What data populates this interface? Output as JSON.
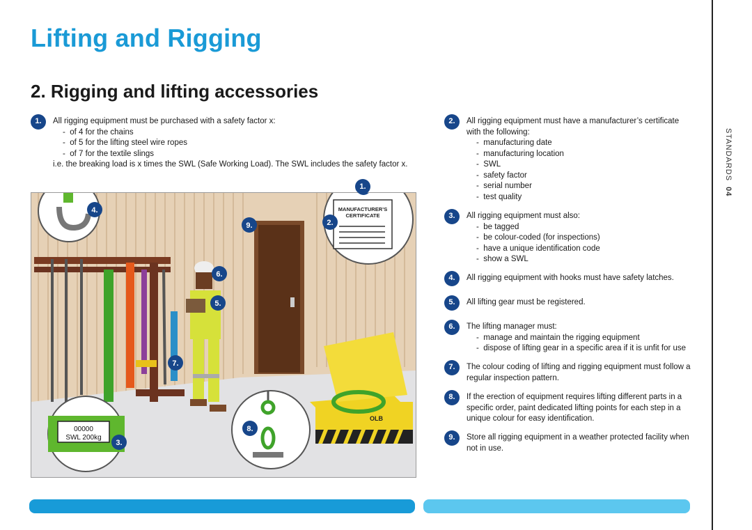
{
  "page_title": "Lifting and Rigging",
  "section_title": "2. Rigging and lifting accessories",
  "side_label": {
    "text": "STANDARDS",
    "page": "04"
  },
  "items": [
    {
      "num": "1.",
      "text": "All rigging equipment must be purchased with a safety factor x:",
      "bullets": [
        "of 4 for the chains",
        "of 5 for the lifting steel wire ropes",
        "of 7 for the textile slings"
      ],
      "after": "i.e. the breaking load is x times the SWL (Safe Working Load). The SWL includes the safety factor x."
    },
    {
      "num": "2.",
      "text": "All rigging equipment must have a manufacturer’s certificate with the following:",
      "bullets": [
        "manufacturing date",
        "manufacturing location",
        "SWL",
        "safety factor",
        "serial number",
        "test quality"
      ]
    },
    {
      "num": "3.",
      "text": "All rigging equipment must also:",
      "bullets": [
        "be tagged",
        "be colour-coded (for inspections)",
        "have a unique identification code",
        "show a SWL"
      ]
    },
    {
      "num": "4.",
      "text": "All rigging equipment with hooks must have safety latches."
    },
    {
      "num": "5.",
      "text": "All lifting gear must be registered."
    },
    {
      "num": "6.",
      "text": "The lifting manager must:",
      "bullets": [
        "manage and maintain the rigging equipment",
        "dispose of lifting gear in a specific area if it is unfit for use"
      ]
    },
    {
      "num": "7.",
      "text": "The colour coding of lifting and rigging equipment must follow a regular inspection pattern."
    },
    {
      "num": "8.",
      "text": "If the erection of equipment requires lifting different parts in a specific order, paint dedicated lifting points for each step in a unique colour for easy identification."
    },
    {
      "num": "9.",
      "text": "Store all rigging equipment in a weather protected facility when not in use."
    }
  ],
  "illustration": {
    "certificate_label_1": "MANUFACTURER’S",
    "certificate_label_2": "CERTIFICATE",
    "tag_code": "00000",
    "tag_swl": "SWL 200kg",
    "box_label": "OLB",
    "callouts": [
      "1.",
      "2.",
      "3.",
      "4.",
      "5.",
      "6.",
      "7.",
      "8.",
      "9."
    ]
  }
}
